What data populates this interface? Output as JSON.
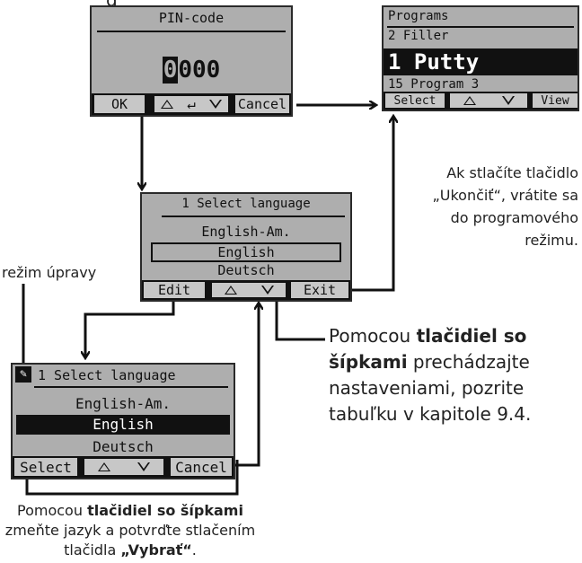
{
  "top_left_label_fragment": "g",
  "pin_screen": {
    "title": "PIN-code",
    "pin_first_digit": "0",
    "pin_rest": "000",
    "ok_label": "OK",
    "cancel_label": "Cancel"
  },
  "programs_screen": {
    "title": "Programs",
    "item_prev": "2 Filler",
    "item_selected": "1 Putty",
    "item_next": "15 Program 3",
    "select_label": "Select",
    "view_label": "View"
  },
  "language_screen": {
    "title": "1 Select language",
    "options": [
      "English-Am.",
      "English",
      "Deutsch"
    ],
    "edit_label": "Edit",
    "exit_label": "Exit"
  },
  "edit_screen": {
    "title": "1 Select language",
    "options": [
      "English-Am.",
      "English",
      "Deutsch"
    ],
    "select_label": "Select",
    "cancel_label": "Cancel"
  },
  "annotations": {
    "exit_note": [
      "Ak stlačíte tlačidlo",
      "„Ukončiť“, vrátite sa",
      "do programového",
      "režimu."
    ],
    "edit_mode_label": "režim úpravy",
    "arrow_note": {
      "l1_pre": "Pomocou ",
      "l1_bold": "tlačidiel so",
      "l2_bold": "šípkami",
      "l2_post": " prechádzajte",
      "l3": "nastaveniami, pozrite",
      "l4": "tabuľku v kapitole 9.4."
    },
    "bottom_note": {
      "l1_pre": "Pomocou ",
      "l1_bold": "tlačidiel so šípkami",
      "l2": "zmeňte jazyk a potvrďte stlačením",
      "l3_pre": "tlačidla ",
      "l3_bold": "„Vybrať“",
      "l3_post": "."
    }
  }
}
